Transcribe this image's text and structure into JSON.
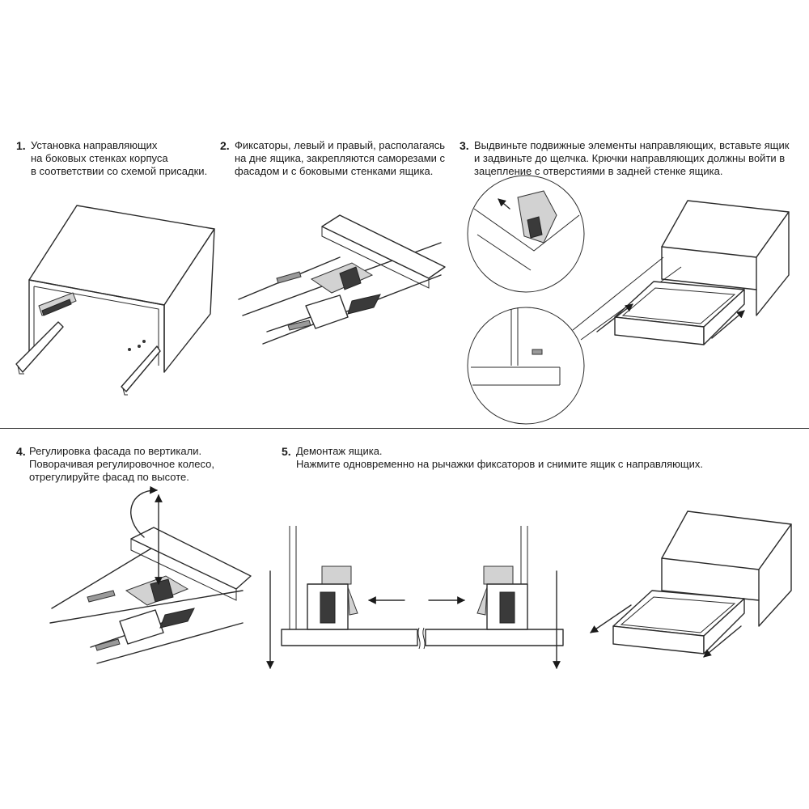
{
  "steps": [
    {
      "num": "1.",
      "lines": [
        "Установка направляющих",
        "на боковых стенках корпуса",
        "в соответствии со схемой присадки."
      ]
    },
    {
      "num": "2.",
      "lines": [
        "Фиксаторы, левый и правый, располагаясь",
        "на дне ящика, закрепляются саморезами с",
        "фасадом и с боковыми стенками ящика."
      ]
    },
    {
      "num": "3.",
      "lines": [
        "Выдвиньте подвижные элементы направляющих, вставьте ящик",
        "и задвиньте до щелчка. Крючки направляющих должны войти в",
        "зацепление с отверстиями в задней стенке ящика."
      ]
    },
    {
      "num": "4.",
      "lines": [
        "Регулировка фасада по вертикали.",
        "Поворачивая регулировочное колесо,",
        "отрегулируйте фасад по высоте."
      ]
    },
    {
      "num": "5.",
      "lines": [
        "Демонтаж ящика.",
        "Нажмите одновременно на рычажки фиксаторов и снимите ящик с направляющих."
      ]
    }
  ]
}
